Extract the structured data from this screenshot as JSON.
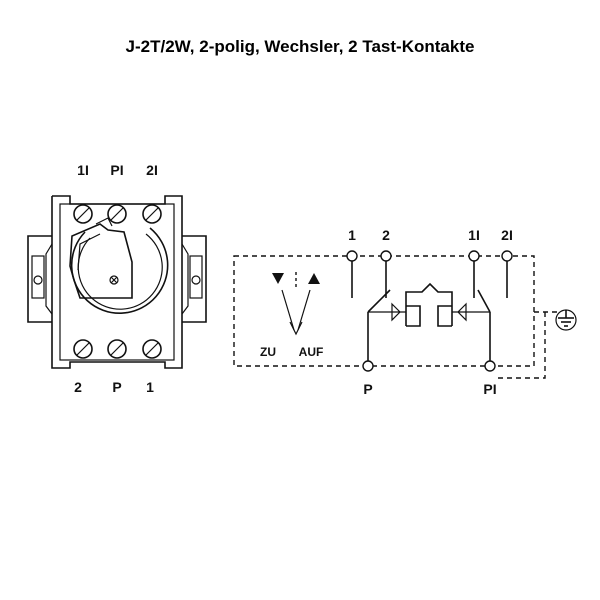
{
  "title": "J-2T/2W, 2-polig, Wechsler, 2 Tast-Kontakte",
  "switch_view": {
    "top_labels": [
      "1I",
      "PI",
      "2I"
    ],
    "bottom_labels": [
      "2",
      "P",
      "1"
    ]
  },
  "schematic": {
    "top_terminals": [
      "1",
      "2",
      "1I",
      "2I"
    ],
    "bottom_terminals": [
      "P",
      "PI"
    ],
    "direction_close": "ZU",
    "direction_open": "AUF"
  }
}
